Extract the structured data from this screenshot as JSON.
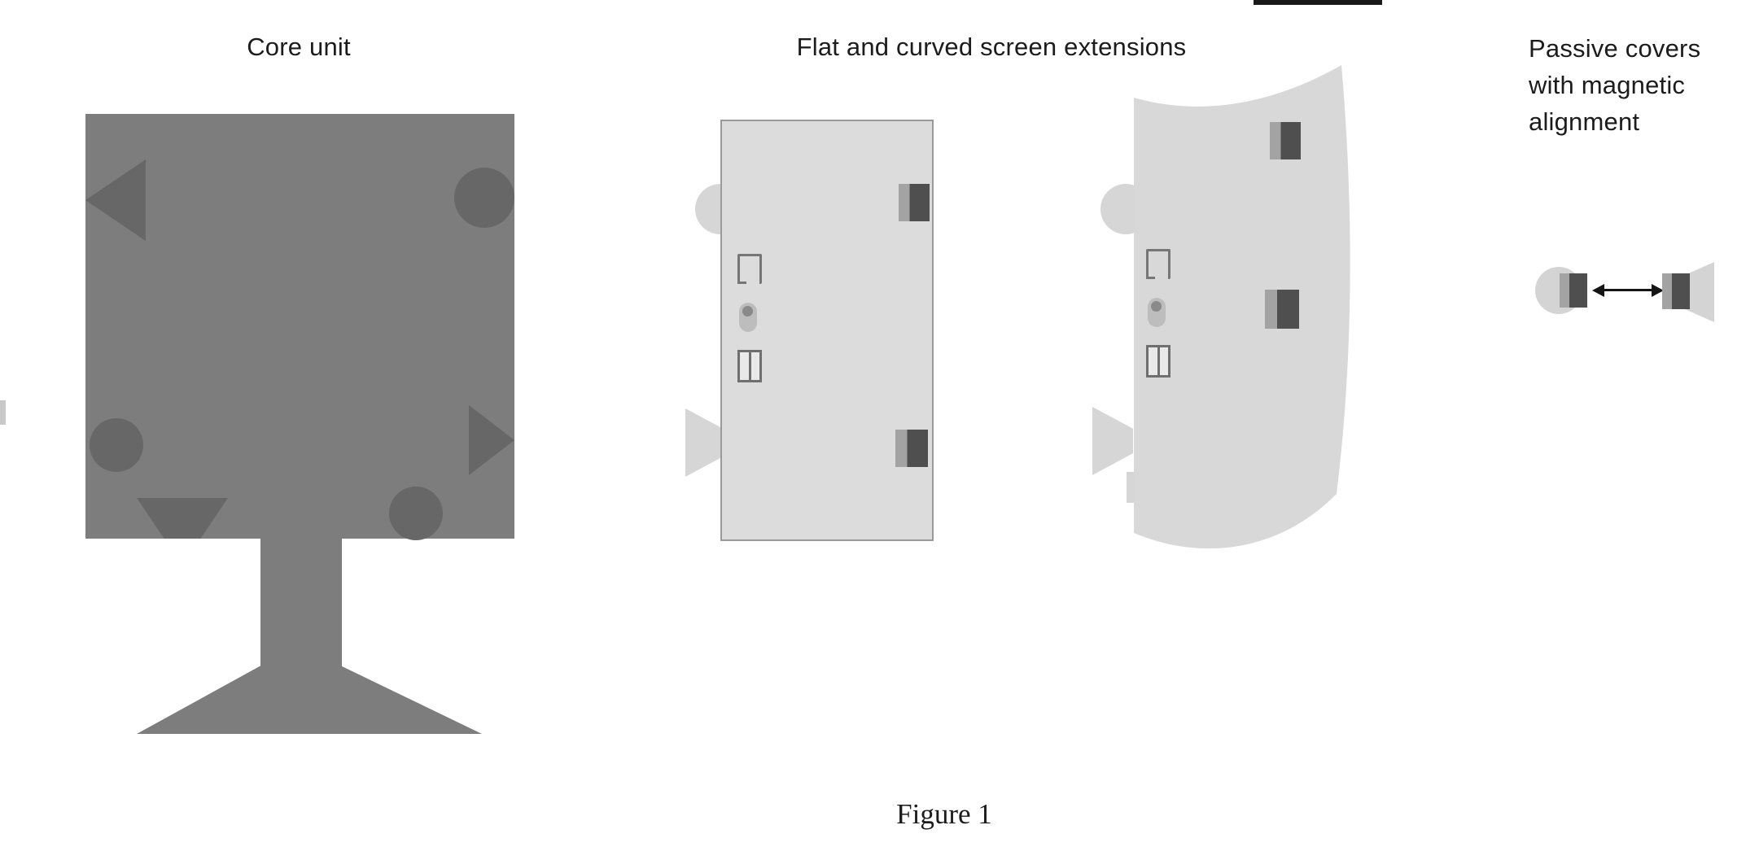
{
  "figure": {
    "caption": "Figure 1"
  },
  "sections": {
    "core_unit": {
      "label": "Core unit"
    },
    "extensions": {
      "label": "Flat and curved screen extensions"
    },
    "passive_covers": {
      "label": "Passive covers\nwith magnetic\nalignment"
    }
  },
  "icons": {
    "flat_panel": [
      "bracket-icon",
      "pill-toggle-icon",
      "split-window-icon"
    ],
    "curved_panel": [
      "bracket-icon",
      "pill-toggle-icon",
      "split-window-icon"
    ],
    "passive_covers": [
      "double-arrow-icon"
    ]
  },
  "colors": {
    "core_gray": "#7d7d7d",
    "connector_gray": "#676767",
    "panel_light": "#dcdcdc",
    "tab_light": "#d6d6d6",
    "panel_border": "#9a9a9a",
    "block_dark": "#4f4f4f",
    "block_mid": "#a3a3a3",
    "text": "#1c1c1c"
  }
}
